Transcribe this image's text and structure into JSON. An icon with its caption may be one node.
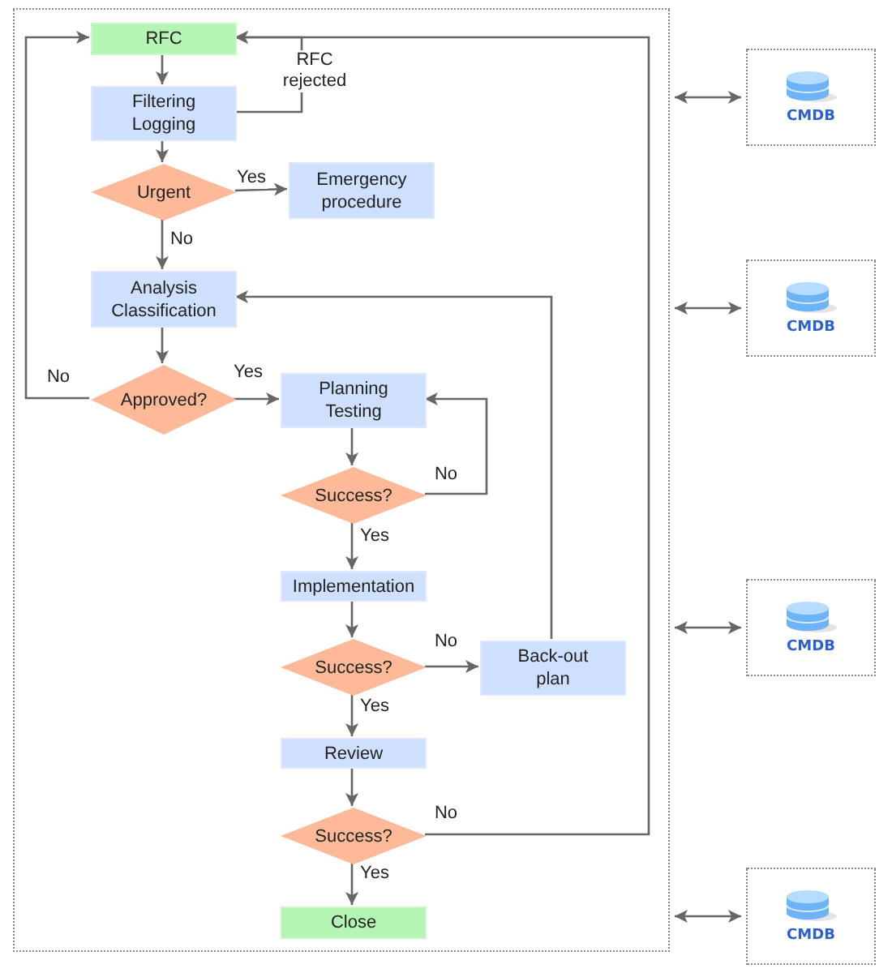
{
  "diagram": {
    "nodes": [
      {
        "text": [],
        "shape": "box"
      },
      {
        "text": [
          "RFC"
        ],
        "in": 0
      },
      {
        "text": [
          "Filtering Logging"
        ],
        "in": 0
      },
      {
        "text": [
          "Urgent"
        ],
        "in": 0
      },
      {
        "text": [
          "Emergency procedure"
        ],
        "in": 0
      },
      {
        "text": [
          "Analysis Classification"
        ],
        "in": 0
      },
      {
        "text": [
          "Approved?"
        ],
        "in": 0
      },
      {
        "text": [
          "Planning Testing"
        ],
        "in": 0
      },
      {
        "text": [
          "Success?"
        ],
        "in": 0
      },
      {
        "text": [
          "Implementation"
        ],
        "in": 0
      },
      {
        "text": [
          "Success?"
        ],
        "in": 0
      },
      {
        "text": [
          "Back-out plan"
        ],
        "in": 0
      },
      {
        "text": [
          "Review"
        ],
        "in": 0
      },
      {
        "text": [
          "Success?"
        ],
        "in": 0
      },
      {
        "text": [
          "Close"
        ],
        "in": 0
      },
      {
        "text": [
          "CMDB"
        ]
      },
      {
        "text": [
          "CMDB"
        ]
      },
      {
        "text": [
          "CMDB"
        ]
      },
      {
        "text": [
          "CMDB"
        ]
      }
    ],
    "edges": [
      {
        "from": 1,
        "to": 2,
        "arrow": "to"
      },
      {
        "from": 2,
        "to": 1,
        "arrow": "to",
        "label": "RFC rejected"
      },
      {
        "from": 2,
        "to": 3,
        "arrow": "to"
      },
      {
        "from": 3,
        "to": 4,
        "arrow": "to",
        "label": "Yes"
      },
      {
        "from": 3,
        "to": 5,
        "arrow": "to",
        "label": "No"
      },
      {
        "from": 5,
        "to": 6,
        "arrow": "to"
      },
      {
        "from": 6,
        "to": 1,
        "arrow": "to",
        "label": "No"
      },
      {
        "from": 6,
        "to": 7,
        "arrow": "to",
        "label": "Yes"
      },
      {
        "from": 7,
        "to": 8,
        "arrow": "to"
      },
      {
        "from": 8,
        "to": 7,
        "arrow": "to",
        "label": "No"
      },
      {
        "from": 8,
        "to": 9,
        "arrow": "to",
        "label": "Yes"
      },
      {
        "from": 9,
        "to": 10,
        "arrow": "to"
      },
      {
        "from": 10,
        "to": 11,
        "arrow": "to",
        "label": "No"
      },
      {
        "from": 10,
        "to": 12,
        "arrow": "to",
        "label": "Yes"
      },
      {
        "from": 11,
        "to": 5,
        "arrow": "to"
      },
      {
        "from": 12,
        "to": 13,
        "arrow": "to"
      },
      {
        "from": 13,
        "to": 1,
        "arrow": "to",
        "label": "No"
      },
      {
        "from": 13,
        "to": 14,
        "arrow": "to",
        "label": "Yes"
      },
      {
        "from": 0,
        "to": 15,
        "arrow": "both"
      },
      {
        "from": 0,
        "to": 16,
        "arrow": "both"
      },
      {
        "from": 0,
        "to": 17,
        "arrow": "both"
      },
      {
        "from": 0,
        "to": 18,
        "arrow": "both"
      }
    ]
  }
}
